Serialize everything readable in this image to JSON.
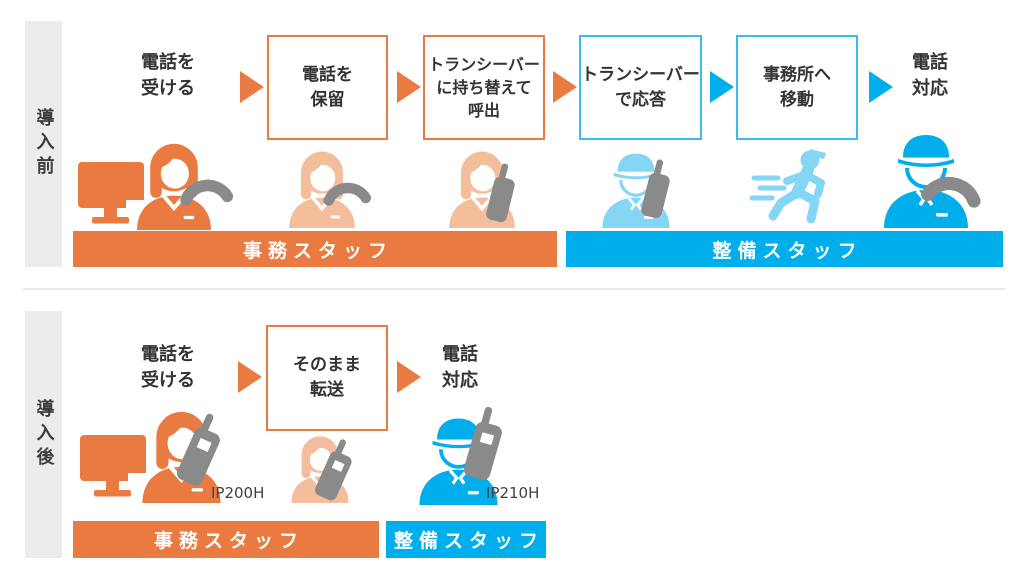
{
  "colors": {
    "orange": "#e97b42",
    "orange_pale": "#f4bd9b",
    "blue": "#00aeeb",
    "blue_pale": "#85d5f5",
    "blue_border": "#3cbcee",
    "gray": "#8a8a8a",
    "sidebar_bg": "#ececec",
    "text_dark": "#333333",
    "divider": "#e9e9e9"
  },
  "before": {
    "phase_label": "導入前",
    "steps": [
      {
        "lines": [
          "電話を",
          "受ける"
        ],
        "style": "text"
      },
      {
        "lines": [
          "電話を",
          "保留"
        ],
        "style": "box-orange"
      },
      {
        "lines": [
          "トランシーバー",
          "に持ち替えて",
          "呼出"
        ],
        "style": "box-orange"
      },
      {
        "lines": [
          "トランシーバー",
          "で応答"
        ],
        "style": "box-blue"
      },
      {
        "lines": [
          "事務所へ",
          "移動"
        ],
        "style": "box-blue"
      },
      {
        "lines": [
          "電話",
          "対応"
        ],
        "style": "text"
      }
    ],
    "arrows": [
      "orange",
      "orange",
      "orange",
      "blue",
      "blue"
    ],
    "icons": [
      "office-woman-computer-phone-icon",
      "office-woman-phone-icon",
      "office-woman-transceiver-icon",
      "mechanic-transceiver-icon",
      "running-mechanic-icon",
      "mechanic-phone-icon"
    ],
    "staff_bars": [
      {
        "label": "事務スタッフ",
        "color": "#e97b42"
      },
      {
        "label": "整備スタッフ",
        "color": "#00aeeb"
      }
    ]
  },
  "after": {
    "phase_label": "導入後",
    "steps": [
      {
        "lines": [
          "電話を",
          "受ける"
        ],
        "style": "text"
      },
      {
        "lines": [
          "そのまま",
          "転送"
        ],
        "style": "box-orange"
      },
      {
        "lines": [
          "電話",
          "対応"
        ],
        "style": "text"
      }
    ],
    "arrows": [
      "orange",
      "orange"
    ],
    "icons": [
      "office-woman-computer-handheld-icon",
      "office-woman-handheld-icon",
      "mechanic-handheld-icon"
    ],
    "devices": [
      {
        "label": "IP200H"
      },
      {
        "label": "IP210H"
      }
    ],
    "staff_bars": [
      {
        "label": "事務スタッフ",
        "color": "#e97b42"
      },
      {
        "label": "整備スタッフ",
        "color": "#00aeeb"
      }
    ]
  }
}
